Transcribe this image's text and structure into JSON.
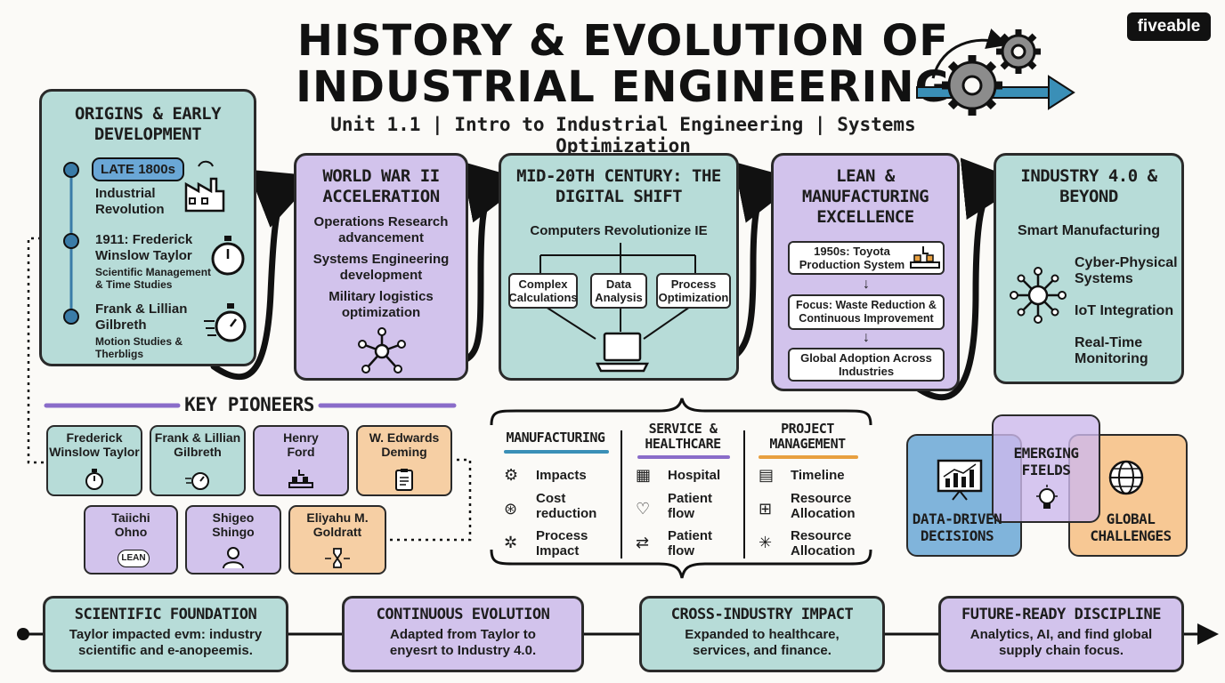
{
  "header": {
    "title_line1": "HISTORY & EVOLUTION OF",
    "title_line2": "INDUSTRIAL ENGINEERING",
    "subtitle": "Unit 1.1 | Intro to Industrial Engineering | Systems Optimization",
    "brand": "fiveable"
  },
  "origins": {
    "title": "ORIGINS & EARLY DEVELOPMENT",
    "era_badge": "LATE 1800s",
    "item1": "Industrial Revolution",
    "item2_title": "1911: Frederick Winslow Taylor",
    "item2_sub": "Scientific Management & Time Studies",
    "item3_title": "Frank & Lillian Gilbreth",
    "item3_sub": "Motion Studies & Therbligs"
  },
  "ww2": {
    "title": "WORLD WAR II ACCELERATION",
    "item1": "Operations Research advancement",
    "item2": "Systems Engineering development",
    "item3": "Military logistics optimization"
  },
  "digital": {
    "title": "MID-20TH CENTURY: THE DIGITAL SHIFT",
    "lead": "Computers Revolutionize IE",
    "box1": "Complex Calculations",
    "box2": "Data Analysis",
    "box3": "Process Optimization"
  },
  "lean": {
    "title": "LEAN & MANUFACTURING EXCELLENCE",
    "step1": "1950s: Toyota Production System",
    "step2": "Focus: Waste Reduction & Continuous Improvement",
    "step3": "Global Adoption Across Industries"
  },
  "industry4": {
    "title": "INDUSTRY 4.0 & BEYOND",
    "lead": "Smart Manufacturing",
    "item1": "Cyber-Physical Systems",
    "item2": "IoT Integration",
    "item3": "Real-Time Monitoring"
  },
  "pioneers": {
    "title": "KEY PIONEERS",
    "items": [
      {
        "name": "Frederick Winslow Taylor",
        "color": "#b7dcd8"
      },
      {
        "name": "Frank & Lillian Gilbreth",
        "color": "#b7dcd8"
      },
      {
        "name": "Henry Ford",
        "color": "#d2c3ec"
      },
      {
        "name": "W. Edwards Deming",
        "color": "#f6cfa4"
      },
      {
        "name": "Taiichi Ohno",
        "color": "#d2c3ec"
      },
      {
        "name": "Shigeo Shingo",
        "color": "#d2c3ec"
      },
      {
        "name": "Eliyahu M. Goldratt",
        "color": "#f6cfa4"
      }
    ],
    "lean_label": "LEAN"
  },
  "industries": {
    "col1": {
      "title": "MANUFACTURING",
      "items": [
        "Impacts",
        "Cost reduction",
        "Process Impact"
      ],
      "accent": "#3a8fb7"
    },
    "col2": {
      "title": "SERVICE & HEALTHCARE",
      "items": [
        "Hospital",
        "Patient flow",
        "Patient flow"
      ],
      "accent": "#8a6cc9"
    },
    "col3": {
      "title": "PROJECT MANAGEMENT",
      "items": [
        "Timeline",
        "Resource Allocation",
        "Resource Allocation"
      ],
      "accent": "#e8a040"
    }
  },
  "emerging": {
    "center": "EMERGING FIELDS",
    "left": "DATA-DRIVEN DECISIONS",
    "right": "GLOBAL CHALLENGES"
  },
  "bottom": [
    {
      "title": "SCIENTIFIC FOUNDATION",
      "body": "Taylor impacted evm: industry scientific and e-anopeemis."
    },
    {
      "title": "CONTINUOUS EVOLUTION",
      "body": "Adapted from Taylor to enyesrt to Industry 4.0."
    },
    {
      "title": "CROSS-INDUSTRY IMPACT",
      "body": "Expanded to healthcare, services, and finance."
    },
    {
      "title": "FUTURE-READY DISCIPLINE",
      "body": "Analytics, AI, and find global supply chain focus."
    }
  ]
}
